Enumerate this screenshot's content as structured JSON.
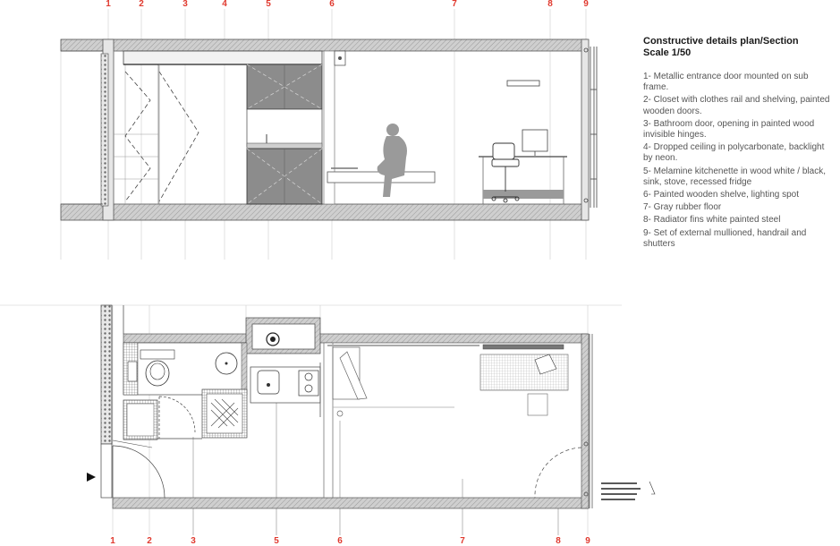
{
  "legend": {
    "title": "Constructive details plan/Section",
    "scale": "Scale 1/50",
    "items": [
      "1- Metallic entrance door mounted on sub frame.",
      "2- Closet with clothes rail and shelving, painted wooden doors.",
      "3- Bathroom door, opening in painted wood invisible hinges.",
      "4- Dropped ceiling in polycarbonate, backlight by neon.",
      "5- Melamine kitchenette in wood white / black, sink, stove, recessed fridge",
      "6- Painted wooden shelve, lighting spot",
      "7- Gray rubber floor",
      "8- Radiator fins white painted steel",
      "9- Set of external mullioned, handrail and shutters"
    ]
  },
  "section_markers": [
    "1",
    "2",
    "3",
    "4",
    "5",
    "6",
    "7",
    "8",
    "9"
  ],
  "plan_markers": [
    "1",
    "2",
    "3",
    "5",
    "6",
    "7",
    "8",
    "9"
  ],
  "colors": {
    "marker": "#e03a2f",
    "wall_fill": "#c9c9c9",
    "wall_hatch": "#8a8a8a",
    "kitchen_panel": "#8c8c8c",
    "figure": "#9a9a9a",
    "line": "#555555"
  }
}
